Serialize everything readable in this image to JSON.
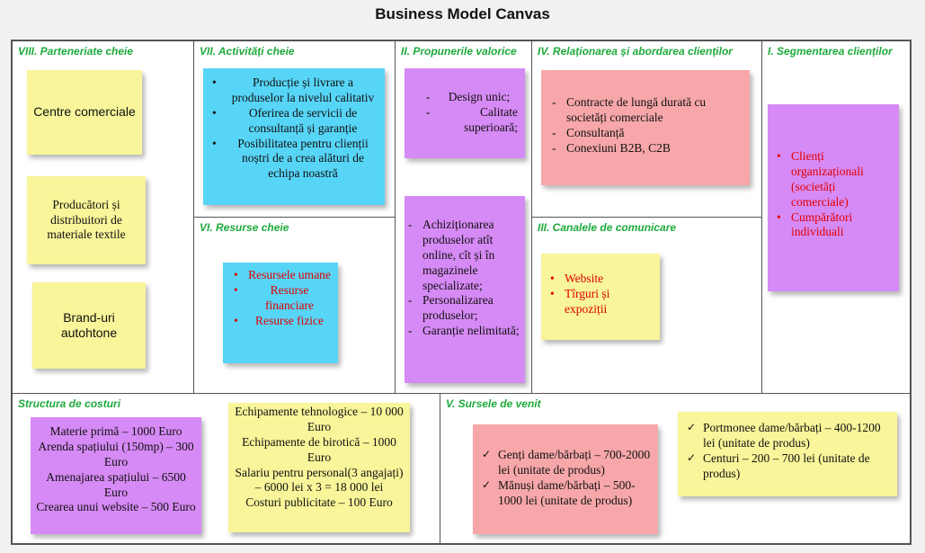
{
  "title": "Business Model Canvas",
  "colors": {
    "label_green": "#1eaa3c",
    "note_yellow": "#f8f59a",
    "note_blue": "#57d5f7",
    "note_purple": "#d68af5",
    "note_pink": "#f7a7a9",
    "text_red": "#e00000"
  },
  "blocks": {
    "partners": {
      "label": "VIII. Parteneriate cheie",
      "notes": [
        "Centre comerciale",
        "Producători și distribuitori de materiale textile",
        "Brand-uri autohtone"
      ]
    },
    "activities": {
      "label": "VII. Activități cheie",
      "items": [
        "Producție și livrare a produselor la nivelul calitativ",
        "Oferirea de servicii de consultanță și garanție",
        "Posibilitatea pentru clienții noștri de a crea alături de echipa noastră"
      ]
    },
    "resources": {
      "label": "VI. Resurse cheie",
      "items": [
        "Resursele umane",
        "Resurse financiare",
        "Resurse fizice"
      ]
    },
    "value": {
      "label": "II. Propunerile valorice",
      "top_items": [
        "Design unic;",
        "Calitate superioară;"
      ],
      "bottom_items": [
        "Achiziționarea produselor atît online, cît și în magazinele specializate;",
        "Personalizarea produselor;",
        "Garanție nelimitată;"
      ]
    },
    "relations": {
      "label": "IV. Relaționarea și abordarea clienților",
      "items": [
        "Contracte de lungă durată cu societăți comerciale",
        "Consultanță",
        "Conexiuni B2B, C2B"
      ]
    },
    "channels": {
      "label": "III. Canalele de comunicare",
      "items": [
        "Website",
        "Tîrguri și expoziții"
      ]
    },
    "segments": {
      "label": "I. Segmentarea clienților",
      "items": [
        "Clienți organizaționali (societăți comerciale)",
        "Cumpărători individuali"
      ]
    },
    "costs": {
      "label": "Structura de costuri",
      "note1": [
        "Materie primă – 1000 Euro",
        "Arenda spațiului (150mp) – 300 Euro",
        "Amenajarea spațiului – 6500 Euro",
        "Crearea unui website – 500 Euro"
      ],
      "note2": [
        "Echipamente tehnologice – 10 000 Euro",
        "Echipamente de birotică – 1000 Euro",
        "Salariu pentru personal(3 angajați) – 6000 lei x 3 = 18 000 lei",
        "Costuri publicitate – 100 Euro"
      ]
    },
    "revenue": {
      "label": "V. Sursele de venit",
      "note1": [
        "Genți dame/bărbați – 700-2000 lei (unitate de produs)",
        "Mănuși dame/bărbați – 500-1000 lei (unitate de produs)"
      ],
      "note2": [
        "Portmonee dame/bărbați – 400-1200 lei (unitate de produs)",
        "Centuri – 200 – 700 lei (unitate de produs)"
      ]
    }
  }
}
